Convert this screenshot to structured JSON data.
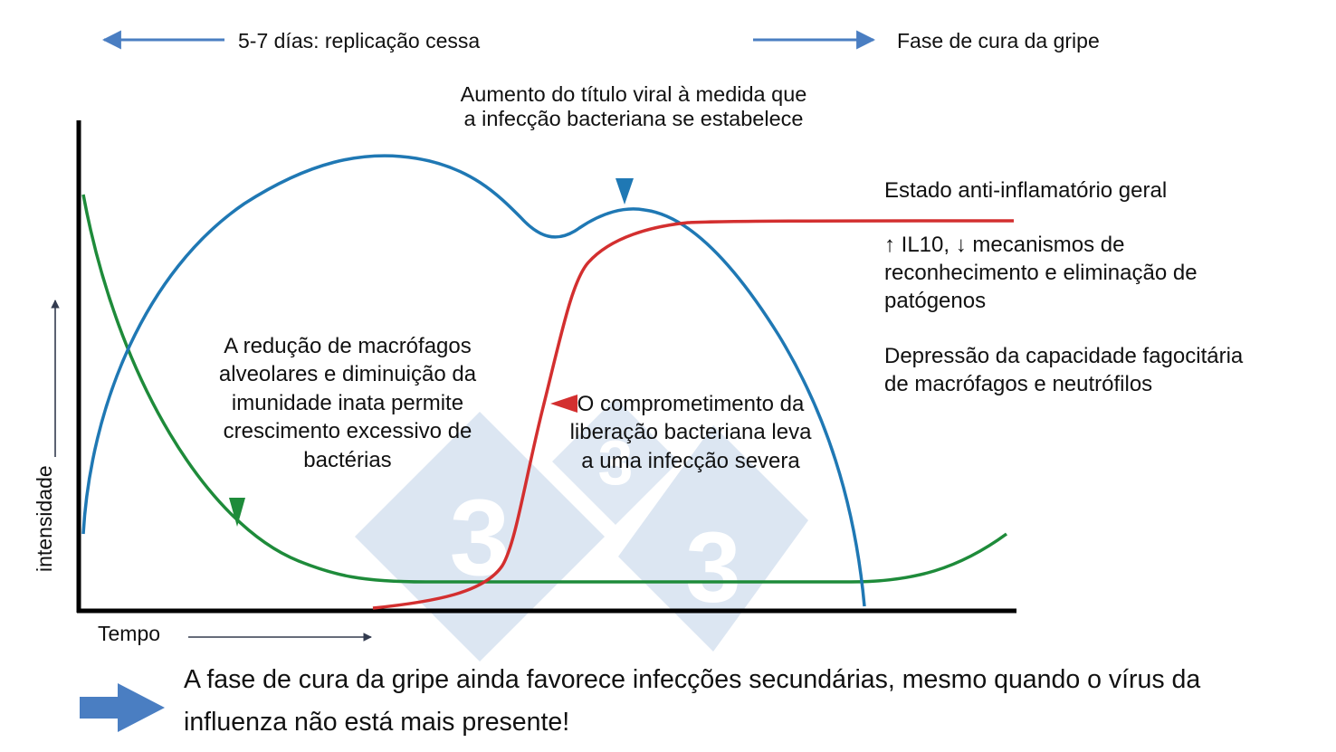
{
  "header": {
    "left_label": "5-7 días: replicação cessa",
    "right_label": "Fase de cura da gripe"
  },
  "annotations": {
    "viral_titer": "Aumento do título viral à medida que a infecção bacteriana se estabelece",
    "macrophage": "A redução de macrófagos alveolares e diminuição da imunidade inata permite crescimento excessivo de bactérias",
    "compromise": "O comprometimento da liberação bacteriana leva a uma infecção severa"
  },
  "side_notes": {
    "anti_inflammatory": "Estado anti-inflamatório geral",
    "il10": "↑ IL10, ↓ mecanismos de reconhecimento e eliminação de patógenos",
    "depression": "Depressão da capacidade fagocitária de macrófagos e neutrófilos"
  },
  "axes": {
    "x_label": "Tempo",
    "y_label": "intensidade"
  },
  "conclusion": {
    "text": "A fase de cura da gripe ainda favorece infecções secundárias, mesmo quando o vírus da influenza não está mais presente!"
  },
  "watermark": {
    "digits": [
      "3",
      "3",
      "3"
    ]
  },
  "colors": {
    "viral_curve": "#1f78b4",
    "bacterial_curve": "#d32f2f",
    "immunity_curve": "#1e8b3a",
    "arrow_blue": "#4a7ec2",
    "watermark": "#dce6f2",
    "axis": "#000000"
  }
}
